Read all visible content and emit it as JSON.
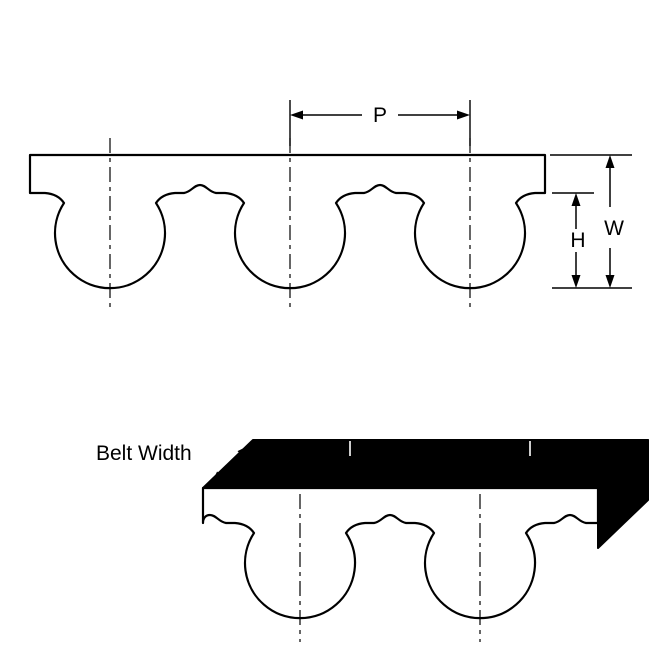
{
  "labels": {
    "pitch": "P",
    "belt_thickness": "W",
    "tooth_height": "H",
    "belt_width": "Belt Width"
  },
  "colors": {
    "line": "#000000",
    "belt_fill": "#ffffff",
    "dark_face": "#000000",
    "background": "#ffffff"
  }
}
